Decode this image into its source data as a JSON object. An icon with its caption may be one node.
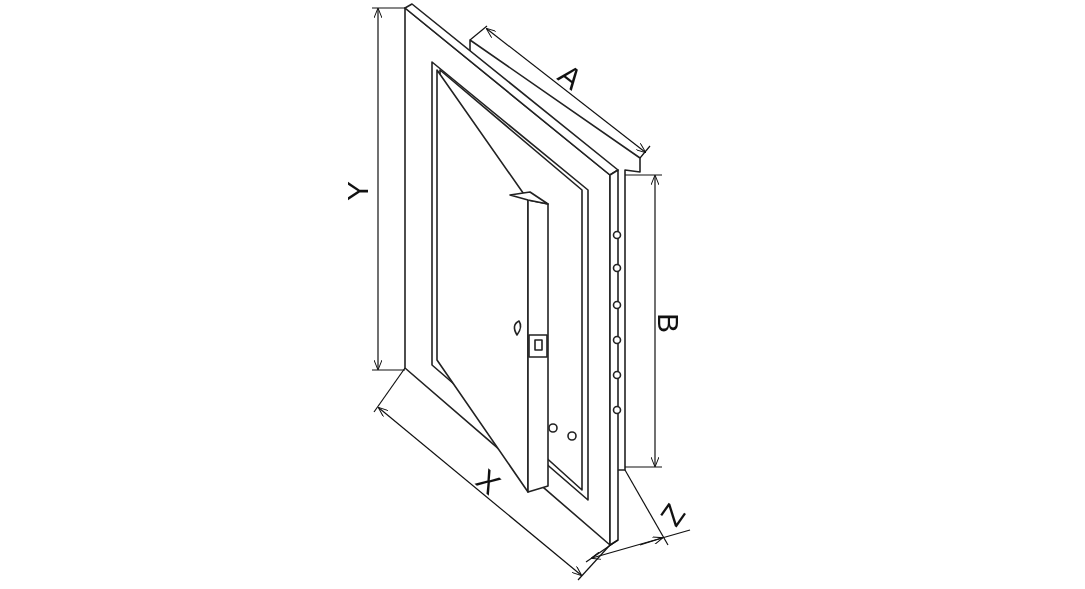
{
  "diagram": {
    "labels": [
      "A",
      "Y",
      "B",
      "X",
      "Z"
    ]
  }
}
